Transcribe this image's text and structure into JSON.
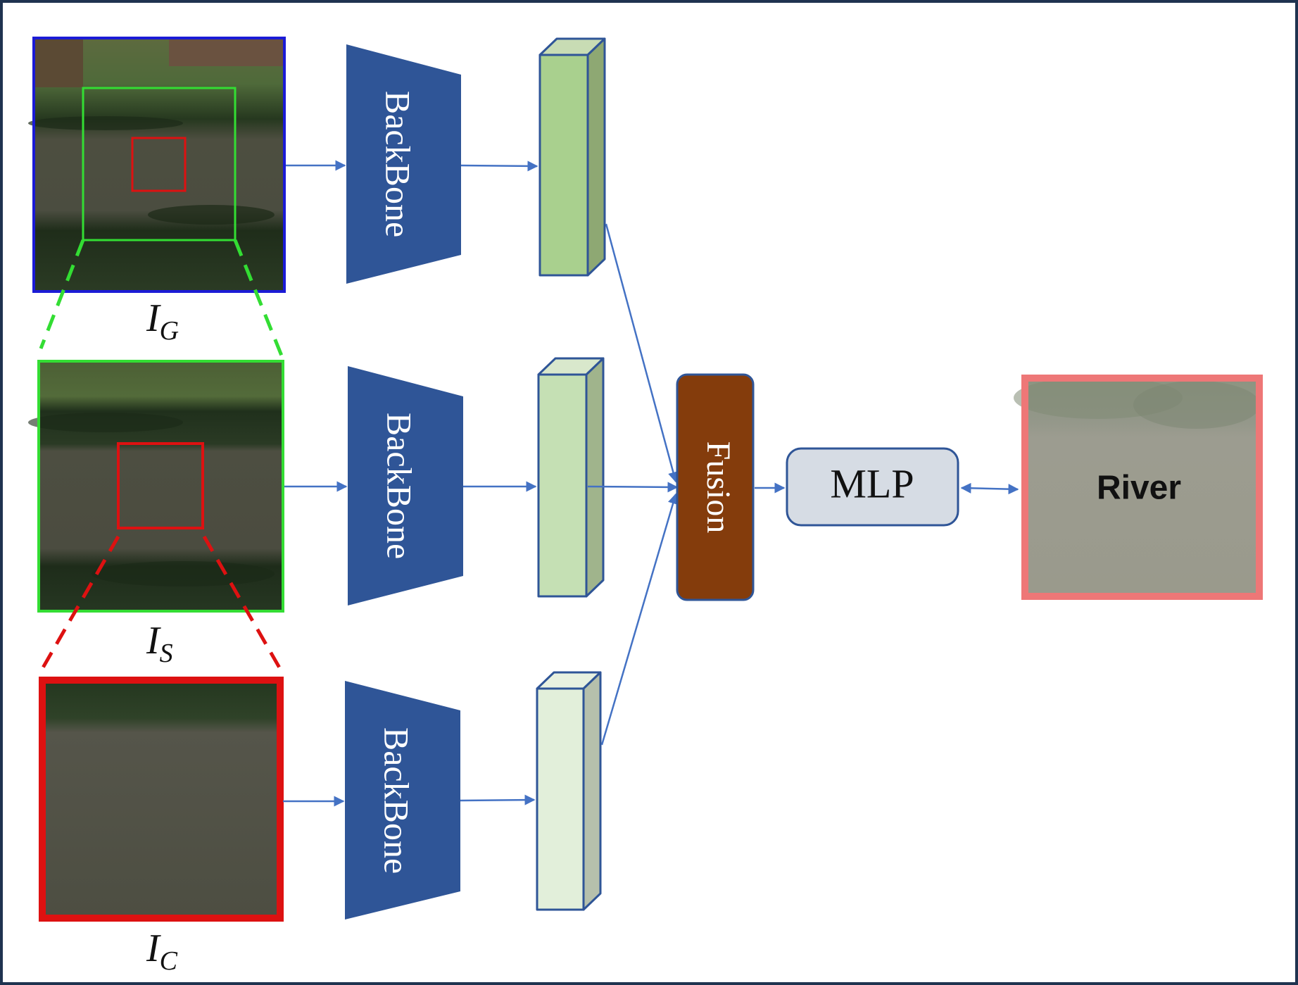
{
  "inputs": [
    {
      "label_main": "I",
      "label_sub": "G",
      "border_color": "#1b1bd6"
    },
    {
      "label_main": "I",
      "label_sub": "S",
      "border_color": "#33dd33"
    },
    {
      "label_main": "I",
      "label_sub": "C",
      "border_color": "#dd1111"
    }
  ],
  "backbones": [
    "BackBone",
    "BackBone",
    "BackBone"
  ],
  "fusion": {
    "label": "Fusion"
  },
  "mlp": {
    "label": "MLP"
  },
  "output": {
    "label": "River"
  },
  "colors": {
    "frame": "#1f3350",
    "backbone": "#2f5597",
    "arrow": "#4472c4",
    "fusion": "#843c0c",
    "mlp_fill": "#d6dce4",
    "output_border": "#ee7777",
    "river": "#9a9a8c",
    "crop_green": "#33dd33",
    "crop_red": "#dd1111"
  }
}
